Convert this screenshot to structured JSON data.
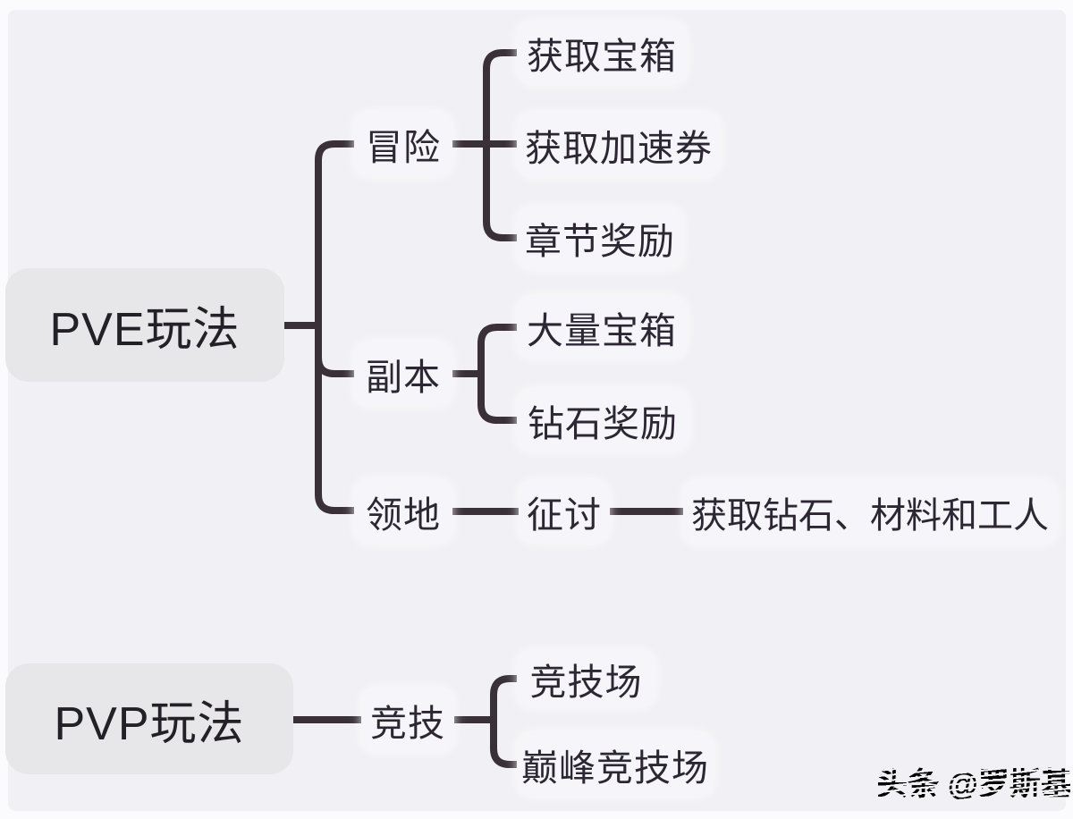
{
  "canvas": {
    "background": "#f1f1f5",
    "frame": "#fbfbfd",
    "major_node_bg": "#e7e6e9",
    "minor_node_bg": "#f6f5fa",
    "line_color": "#3a3138",
    "text_color": "#2c2733"
  },
  "mindmap": {
    "pve": {
      "root": "PVE玩法",
      "adventure": {
        "label": "冒险",
        "children": {
          "chest": "获取宝箱",
          "speedup": "获取加速券",
          "chapter": "章节奖励"
        }
      },
      "dungeon": {
        "label": "副本",
        "children": {
          "many_chests": "大量宝箱",
          "diamond": "钻石奖励"
        }
      },
      "territory": {
        "label": "领地",
        "children": {
          "expedition": {
            "label": "征讨",
            "children": {
              "reward": "获取钻石、材料和工人"
            }
          }
        }
      }
    },
    "pvp": {
      "root": "PVP玩法",
      "competition": {
        "label": "竞技",
        "children": {
          "arena": "竞技场",
          "peak_arena": "巅峰竞技场"
        }
      }
    }
  },
  "watermark": "头条 @罗斯基"
}
